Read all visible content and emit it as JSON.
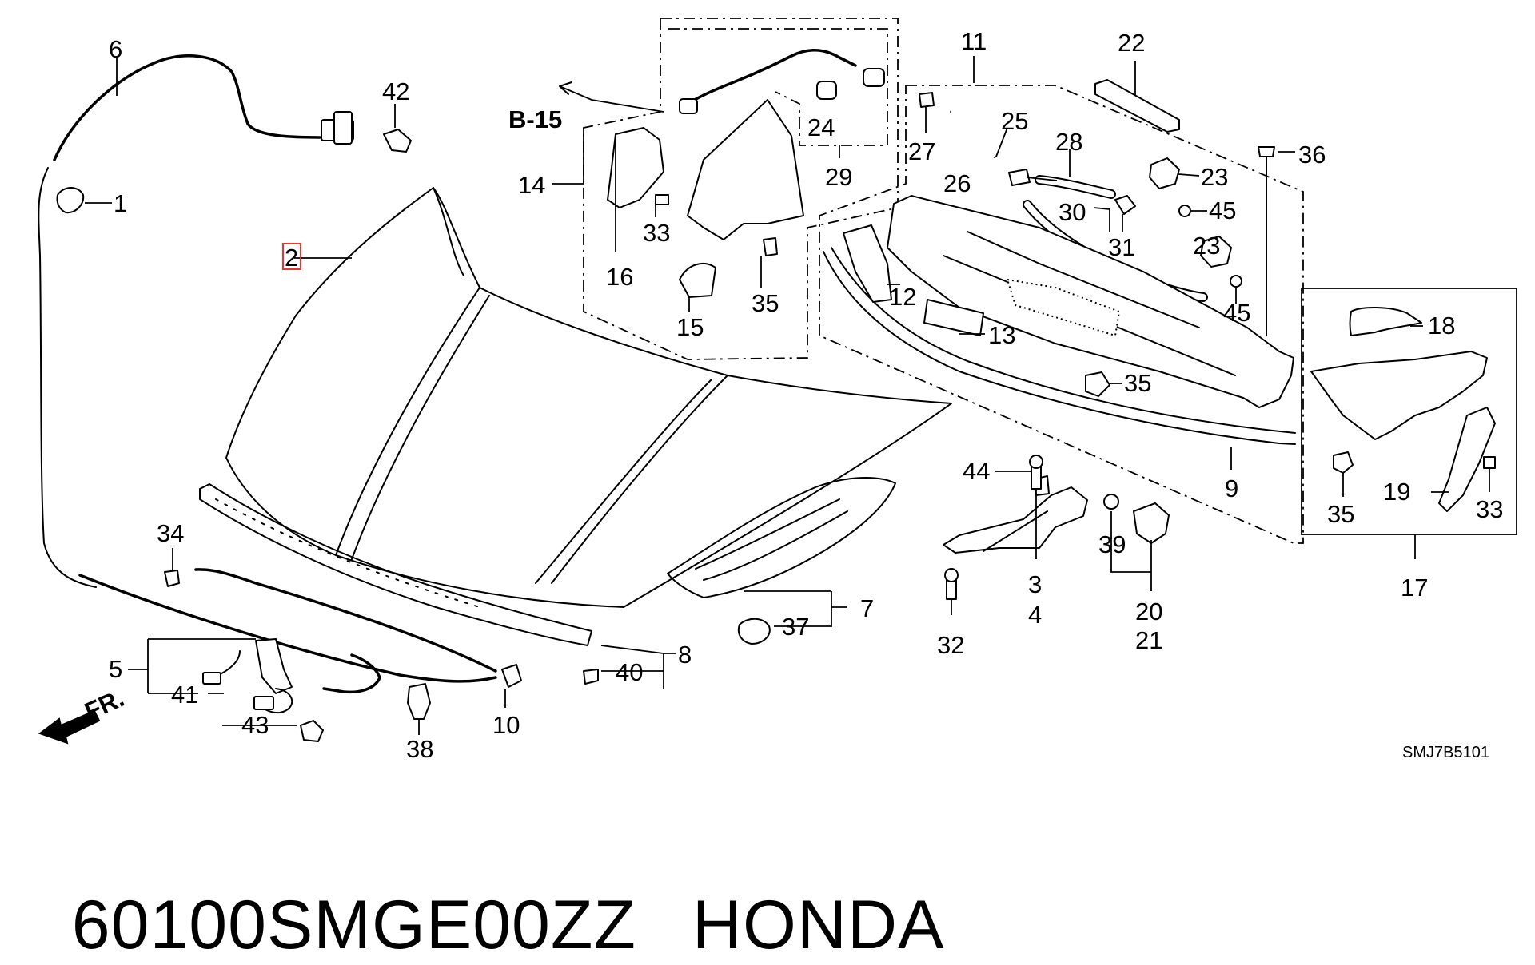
{
  "diagram": {
    "figure_code": "SMJ7B5101",
    "reference": "B-15",
    "front_arrow": "FR.",
    "highlighted_callout": "2",
    "callouts": {
      "c1": "1",
      "c2": "2",
      "c3": "3",
      "c4": "4",
      "c5": "5",
      "c6": "6",
      "c7": "7",
      "c8": "8",
      "c9": "9",
      "c10": "10",
      "c11": "11",
      "c12": "12",
      "c13": "13",
      "c14": "14",
      "c15": "15",
      "c16": "16",
      "c17": "17",
      "c18": "18",
      "c19": "19",
      "c20": "20",
      "c21": "21",
      "c22": "22",
      "c23a": "23",
      "c23b": "23",
      "c24": "24",
      "c25": "25",
      "c26": "26",
      "c27": "27",
      "c28": "28",
      "c29": "29",
      "c30": "30",
      "c31": "31",
      "c32": "32",
      "c33a": "33",
      "c33b": "33",
      "c34": "34",
      "c35a": "35",
      "c35b": "35",
      "c35c": "35",
      "c36": "36",
      "c37": "37",
      "c38": "38",
      "c39": "39",
      "c40": "40",
      "c41": "41",
      "c42": "42",
      "c43": "43",
      "c44": "44",
      "c45a": "45",
      "c45b": "45"
    }
  },
  "footer": {
    "part_number": "60100SMGE00ZZ",
    "brand": "HONDA"
  }
}
